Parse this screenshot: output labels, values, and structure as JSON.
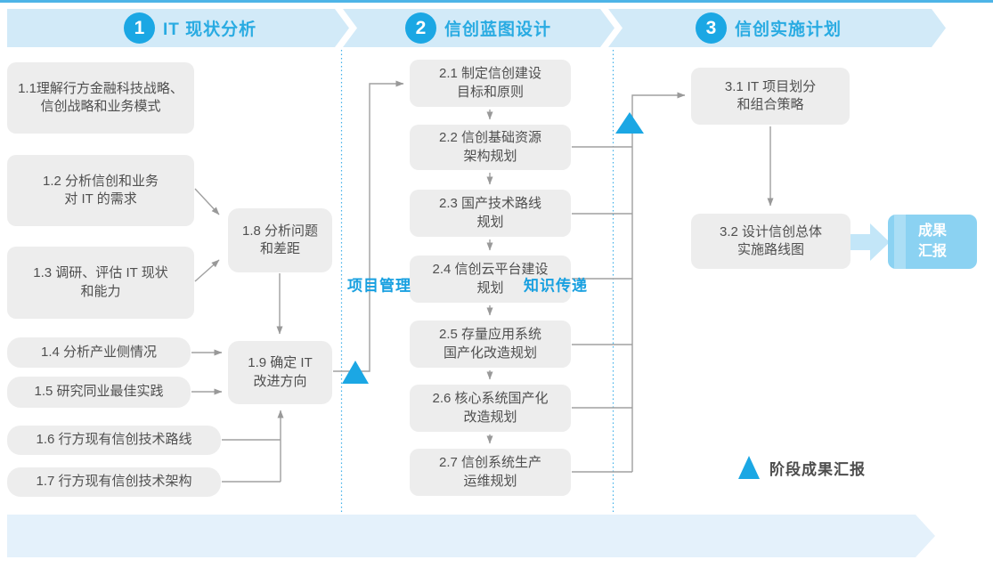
{
  "colors": {
    "accent_blue": "#1ba7e4",
    "header_band": "#d2eaf8",
    "footer_band": "#e4f1fb",
    "task_box": "#ededed",
    "result_box": "#8bd2f2",
    "connector_gray": "#a0a0a0"
  },
  "phases": [
    {
      "num": "1",
      "title": "IT 现状分析"
    },
    {
      "num": "2",
      "title": "信创蓝图设计"
    },
    {
      "num": "3",
      "title": "信创实施计划"
    }
  ],
  "phase1": {
    "b11": "1.1理解行方金融科技战略、\n信创战略和业务模式",
    "b12": "1.2 分析信创和业务\n对 IT 的需求",
    "b13": "1.3 调研、评估 IT 现状\n和能力",
    "b14": "1.4 分析产业侧情况",
    "b15": "1.5 研究同业最佳实践",
    "b16": "1.6 行方现有信创技术路线",
    "b17": "1.7 行方现有信创技术架构",
    "b18": "1.8 分析问题\n和差距",
    "b19": "1.9 确定 IT\n改进方向"
  },
  "phase2": {
    "b21": "2.1 制定信创建设\n目标和原则",
    "b22": "2.2 信创基础资源\n架构规划",
    "b23": "2.3 国产技术路线\n规划",
    "b24": "2.4 信创云平台建设\n规划",
    "b25": "2.5 存量应用系统\n国产化改造规划",
    "b26": "2.6 核心系统国产化\n改造规划",
    "b27": "2.7 信创系统生产\n运维规划"
  },
  "phase3": {
    "b31": "3.1 IT 项目划分\n和组合策略",
    "b32": "3.2 设计信创总体\n实施路线图",
    "result": "成果\n汇报"
  },
  "footer": {
    "items": [
      "项目管理",
      "知识传递"
    ]
  },
  "legend": {
    "label": "阶段成果汇报"
  }
}
